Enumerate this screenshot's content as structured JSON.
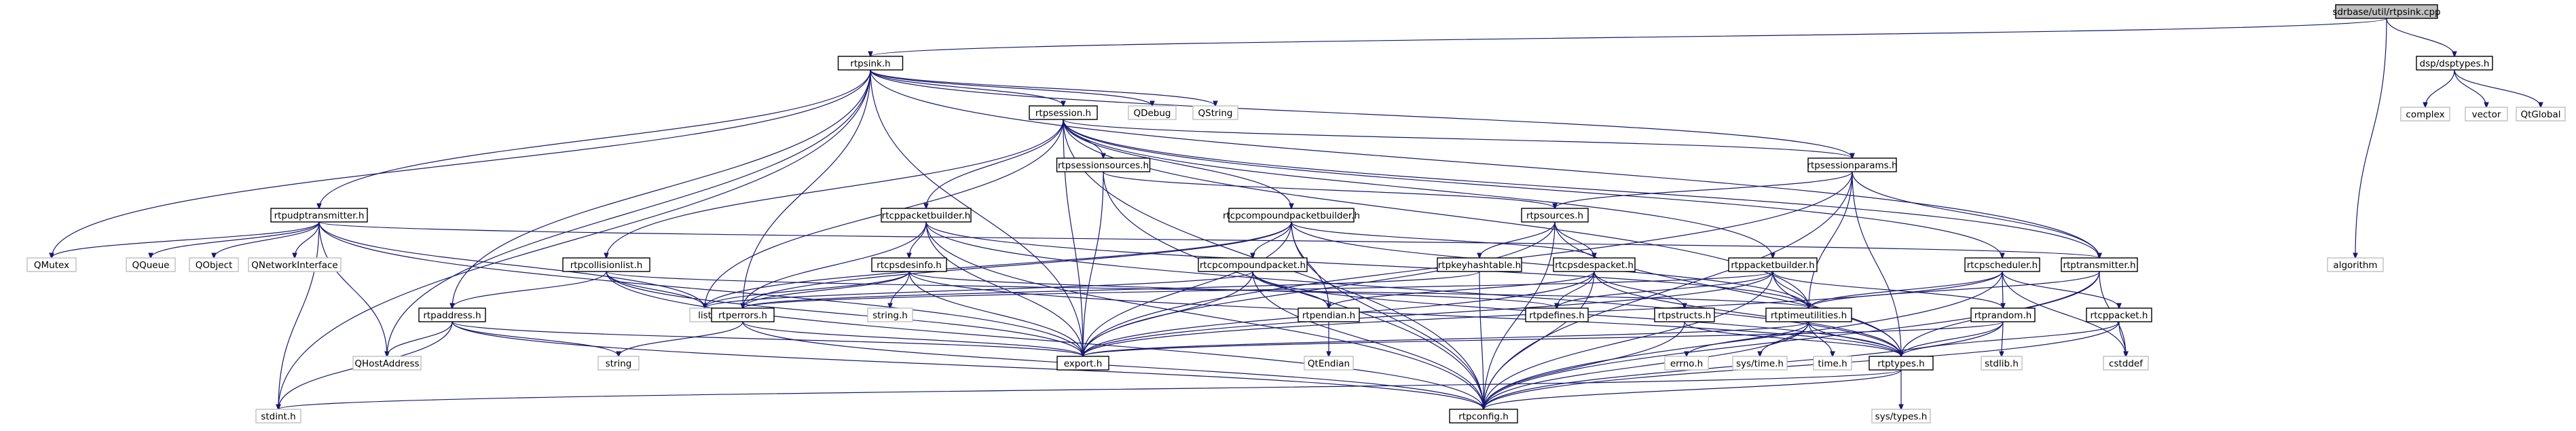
{
  "graph": {
    "root": "sdrbase/util/rtpsink.cpp",
    "nodes": [
      {
        "id": "root",
        "label": "sdrbase/util/rtpsink.cpp",
        "kind": "root"
      },
      {
        "id": "rtpsink_h",
        "label": "rtpsink.h",
        "kind": "file"
      },
      {
        "id": "dsp_dsptypes_h",
        "label": "dsp/dsptypes.h",
        "kind": "file"
      },
      {
        "id": "complex",
        "label": "complex",
        "kind": "lib"
      },
      {
        "id": "vector",
        "label": "vector",
        "kind": "lib"
      },
      {
        "id": "QtGlobal",
        "label": "QtGlobal",
        "kind": "lib"
      },
      {
        "id": "algorithm",
        "label": "algorithm",
        "kind": "lib"
      },
      {
        "id": "rtpsession_h",
        "label": "rtpsession.h",
        "kind": "file"
      },
      {
        "id": "QDebug",
        "label": "QDebug",
        "kind": "lib"
      },
      {
        "id": "QString",
        "label": "QString",
        "kind": "lib"
      },
      {
        "id": "rtpsessionsources_h",
        "label": "rtpsessionsources.h",
        "kind": "file"
      },
      {
        "id": "rtpsessionparams_h",
        "label": "rtpsessionparams.h",
        "kind": "file"
      },
      {
        "id": "rtpudptransmitter_h",
        "label": "rtpudptransmitter.h",
        "kind": "file"
      },
      {
        "id": "rtcppacketbuilder_h",
        "label": "rtcppacketbuilder.h",
        "kind": "file"
      },
      {
        "id": "rtcpcompoundpacketbuilder_h",
        "label": "rtcpcompoundpacketbuilder.h",
        "kind": "file"
      },
      {
        "id": "rtpsources_h",
        "label": "rtpsources.h",
        "kind": "file"
      },
      {
        "id": "QMutex",
        "label": "QMutex",
        "kind": "lib"
      },
      {
        "id": "QQueue",
        "label": "QQueue",
        "kind": "lib"
      },
      {
        "id": "QObject",
        "label": "QObject",
        "kind": "lib"
      },
      {
        "id": "QNetworkInterface",
        "label": "QNetworkInterface",
        "kind": "lib"
      },
      {
        "id": "rtpcollisionlist_h",
        "label": "rtpcollisionlist.h",
        "kind": "file"
      },
      {
        "id": "rtcpsdesinfo_h",
        "label": "rtcpsdesinfo.h",
        "kind": "file"
      },
      {
        "id": "rtcpcompoundpacket_h",
        "label": "rtcpcompoundpacket.h",
        "kind": "file"
      },
      {
        "id": "rtpkeyhashtable_h",
        "label": "rtpkeyhashtable.h",
        "kind": "file"
      },
      {
        "id": "rtcpsdespacket_h",
        "label": "rtcpsdespacket.h",
        "kind": "file"
      },
      {
        "id": "rtppacketbuilder_h",
        "label": "rtppacketbuilder.h",
        "kind": "file"
      },
      {
        "id": "rtcpscheduler_h",
        "label": "rtcpscheduler.h",
        "kind": "file"
      },
      {
        "id": "rtptransmitter_h",
        "label": "rtptransmitter.h",
        "kind": "file"
      },
      {
        "id": "list",
        "label": "list",
        "kind": "lib"
      },
      {
        "id": "string_h",
        "label": "string.h",
        "kind": "lib"
      },
      {
        "id": "rtperrors_h",
        "label": "rtperrors.h",
        "kind": "file"
      },
      {
        "id": "rtpendian_h",
        "label": "rtpendian.h",
        "kind": "file"
      },
      {
        "id": "rtpdefines_h",
        "label": "rtpdefines.h",
        "kind": "file"
      },
      {
        "id": "rtpstructs_h",
        "label": "rtpstructs.h",
        "kind": "file"
      },
      {
        "id": "rtptimeutilities_h",
        "label": "rtptimeutilities.h",
        "kind": "file"
      },
      {
        "id": "rtprandom_h",
        "label": "rtprandom.h",
        "kind": "file"
      },
      {
        "id": "rtcppacket_h",
        "label": "rtcppacket.h",
        "kind": "file"
      },
      {
        "id": "rtpaddress_h",
        "label": "rtpaddress.h",
        "kind": "file"
      },
      {
        "id": "QHostAddress",
        "label": "QHostAddress",
        "kind": "lib"
      },
      {
        "id": "string",
        "label": "string",
        "kind": "lib"
      },
      {
        "id": "export_h",
        "label": "export.h",
        "kind": "file"
      },
      {
        "id": "QtEndian",
        "label": "QtEndian",
        "kind": "lib"
      },
      {
        "id": "errno_h",
        "label": "errno.h",
        "kind": "lib"
      },
      {
        "id": "sys_time_h",
        "label": "sys/time.h",
        "kind": "lib"
      },
      {
        "id": "time_h",
        "label": "time.h",
        "kind": "lib"
      },
      {
        "id": "stdlib_h",
        "label": "stdlib.h",
        "kind": "lib"
      },
      {
        "id": "cstddef",
        "label": "cstddef",
        "kind": "lib"
      },
      {
        "id": "rtptypes_h",
        "label": "rtptypes.h",
        "kind": "file"
      },
      {
        "id": "stdint_h",
        "label": "stdint.h",
        "kind": "lib"
      },
      {
        "id": "rtpconfig_h",
        "label": "rtpconfig.h",
        "kind": "file"
      },
      {
        "id": "sys_types_h",
        "label": "sys/types.h",
        "kind": "lib"
      }
    ],
    "edges": [
      [
        "root",
        "rtpsink_h"
      ],
      [
        "root",
        "dsp_dsptypes_h"
      ],
      [
        "root",
        "algorithm"
      ],
      [
        "dsp_dsptypes_h",
        "complex"
      ],
      [
        "dsp_dsptypes_h",
        "vector"
      ],
      [
        "dsp_dsptypes_h",
        "QtGlobal"
      ],
      [
        "rtpsink_h",
        "rtpsession_h"
      ],
      [
        "rtpsink_h",
        "QDebug"
      ],
      [
        "rtpsink_h",
        "QString"
      ],
      [
        "rtpsink_h",
        "rtpudptransmitter_h"
      ],
      [
        "rtpsink_h",
        "rtpaddress_h"
      ],
      [
        "rtpsink_h",
        "QMutex"
      ],
      [
        "rtpsink_h",
        "QHostAddress"
      ],
      [
        "rtpsink_h",
        "stdint_h"
      ],
      [
        "rtpsink_h",
        "export_h"
      ],
      [
        "rtpsink_h",
        "rtperrors_h"
      ],
      [
        "rtpsink_h",
        "rtpsessionparams_h"
      ],
      [
        "rtpsink_h",
        "rtptransmitter_h"
      ],
      [
        "rtpsession_h",
        "rtpsessionsources_h"
      ],
      [
        "rtpsession_h",
        "rtpsessionparams_h"
      ],
      [
        "rtpsession_h",
        "rtcppacketbuilder_h"
      ],
      [
        "rtpsession_h",
        "rtcpcompoundpacketbuilder_h"
      ],
      [
        "rtpsession_h",
        "rtpcollisionlist_h"
      ],
      [
        "rtpsession_h",
        "rtppacketbuilder_h"
      ],
      [
        "rtpsession_h",
        "rtcpscheduler_h"
      ],
      [
        "rtpsession_h",
        "rtptransmitter_h"
      ],
      [
        "rtpsession_h",
        "rtptimeutilities_h"
      ],
      [
        "rtpsession_h",
        "rtpconfig_h"
      ],
      [
        "rtpsession_h",
        "export_h"
      ],
      [
        "rtpsession_h",
        "list"
      ],
      [
        "rtpsessionsources_h",
        "rtpsources_h"
      ],
      [
        "rtpsessionsources_h",
        "export_h"
      ],
      [
        "rtpsessionsources_h",
        "rtpconfig_h"
      ],
      [
        "rtpsessionparams_h",
        "rtpsources_h"
      ],
      [
        "rtpsessionparams_h",
        "rtptransmitter_h"
      ],
      [
        "rtpsessionparams_h",
        "rtptimeutilities_h"
      ],
      [
        "rtpsessionparams_h",
        "rtptypes_h"
      ],
      [
        "rtpsessionparams_h",
        "rtpconfig_h"
      ],
      [
        "rtpsessionparams_h",
        "export_h"
      ],
      [
        "rtpudptransmitter_h",
        "QMutex"
      ],
      [
        "rtpudptransmitter_h",
        "QQueue"
      ],
      [
        "rtpudptransmitter_h",
        "QObject"
      ],
      [
        "rtpudptransmitter_h",
        "QNetworkInterface"
      ],
      [
        "rtpudptransmitter_h",
        "QHostAddress"
      ],
      [
        "rtpudptransmitter_h",
        "stdint_h"
      ],
      [
        "rtpudptransmitter_h",
        "list"
      ],
      [
        "rtpudptransmitter_h",
        "export_h"
      ],
      [
        "rtpudptransmitter_h",
        "rtptransmitter_h"
      ],
      [
        "rtcppacketbuilder_h",
        "rtcpsdesinfo_h"
      ],
      [
        "rtcppacketbuilder_h",
        "rtperrors_h"
      ],
      [
        "rtcppacketbuilder_h",
        "rtptimeutilities_h"
      ],
      [
        "rtcppacketbuilder_h",
        "export_h"
      ],
      [
        "rtcppacketbuilder_h",
        "rtpconfig_h"
      ],
      [
        "rtcppacketbuilder_h",
        "rtptypes_h"
      ],
      [
        "rtcpcompoundpacketbuilder_h",
        "rtcpcompoundpacket_h"
      ],
      [
        "rtcpcompoundpacketbuilder_h",
        "rtptimeutilities_h"
      ],
      [
        "rtcpcompoundpacketbuilder_h",
        "rtcpsdespacket_h"
      ],
      [
        "rtcpcompoundpacketbuilder_h",
        "rtperrors_h"
      ],
      [
        "rtcpcompoundpacketbuilder_h",
        "rtpendian_h"
      ],
      [
        "rtcpcompoundpacketbuilder_h",
        "rtpconfig_h"
      ],
      [
        "rtcpcompoundpacketbuilder_h",
        "list"
      ],
      [
        "rtcpcompoundpacketbuilder_h",
        "export_h"
      ],
      [
        "rtpsources_h",
        "rtpkeyhashtable_h"
      ],
      [
        "rtpsources_h",
        "rtcpsdespacket_h"
      ],
      [
        "rtpsources_h",
        "rtptypes_h"
      ],
      [
        "rtpsources_h",
        "rtpconfig_h"
      ],
      [
        "rtpsources_h",
        "export_h"
      ],
      [
        "rtpcollisionlist_h",
        "rtpaddress_h"
      ],
      [
        "rtpcollisionlist_h",
        "rtptimeutilities_h"
      ],
      [
        "rtpcollisionlist_h",
        "list"
      ],
      [
        "rtpcollisionlist_h",
        "export_h"
      ],
      [
        "rtpcollisionlist_h",
        "rtpconfig_h"
      ],
      [
        "rtcpsdesinfo_h",
        "rtperrors_h"
      ],
      [
        "rtcpsdesinfo_h",
        "rtpdefines_h"
      ],
      [
        "rtcpsdesinfo_h",
        "rtptypes_h"
      ],
      [
        "rtcpsdesinfo_h",
        "string_h"
      ],
      [
        "rtcpsdesinfo_h",
        "list"
      ],
      [
        "rtcpsdesinfo_h",
        "export_h"
      ],
      [
        "rtcpcompoundpacket_h",
        "rtpendian_h"
      ],
      [
        "rtcpcompoundpacket_h",
        "rtptypes_h"
      ],
      [
        "rtcpcompoundpacket_h",
        "export_h"
      ],
      [
        "rtcpcompoundpacket_h",
        "list"
      ],
      [
        "rtcpcompoundpacket_h",
        "rtpconfig_h"
      ],
      [
        "rtpkeyhashtable_h",
        "rtperrors_h"
      ],
      [
        "rtpkeyhashtable_h",
        "rtpconfig_h"
      ],
      [
        "rtcpsdespacket_h",
        "rtpdefines_h"
      ],
      [
        "rtcpsdespacket_h",
        "rtpstructs_h"
      ],
      [
        "rtcpsdespacket_h",
        "rtpendian_h"
      ],
      [
        "rtcpsdespacket_h",
        "rtptypes_h"
      ],
      [
        "rtcpsdespacket_h",
        "rtpconfig_h"
      ],
      [
        "rtcpsdespacket_h",
        "export_h"
      ],
      [
        "rtppacketbuilder_h",
        "rtperrors_h"
      ],
      [
        "rtppacketbuilder_h",
        "rtpdefines_h"
      ],
      [
        "rtppacketbuilder_h",
        "rtprandom_h"
      ],
      [
        "rtppacketbuilder_h",
        "rtptimeutilities_h"
      ],
      [
        "rtppacketbuilder_h",
        "rtptypes_h"
      ],
      [
        "rtppacketbuilder_h",
        "export_h"
      ],
      [
        "rtppacketbuilder_h",
        "rtpconfig_h"
      ],
      [
        "rtcpscheduler_h",
        "rtptimeutilities_h"
      ],
      [
        "rtcpscheduler_h",
        "rtprandom_h"
      ],
      [
        "rtcpscheduler_h",
        "rtcppacket_h"
      ],
      [
        "rtcpscheduler_h",
        "rtpconfig_h"
      ],
      [
        "rtcpscheduler_h",
        "export_h"
      ],
      [
        "rtcpscheduler_h",
        "cstddef"
      ],
      [
        "rtptransmitter_h",
        "rtptypes_h"
      ],
      [
        "rtptransmitter_h",
        "rtptimeutilities_h"
      ],
      [
        "rtptransmitter_h",
        "rtpconfig_h"
      ],
      [
        "rtptransmitter_h",
        "cstddef"
      ],
      [
        "rtperrors_h",
        "string"
      ],
      [
        "rtperrors_h",
        "export_h"
      ],
      [
        "rtperrors_h",
        "rtpconfig_h"
      ],
      [
        "rtpendian_h",
        "QtEndian"
      ],
      [
        "rtpstructs_h",
        "rtptypes_h"
      ],
      [
        "rtpstructs_h",
        "rtpconfig_h"
      ],
      [
        "rtptimeutilities_h",
        "errno_h"
      ],
      [
        "rtptimeutilities_h",
        "sys_time_h"
      ],
      [
        "rtptimeutilities_h",
        "time_h"
      ],
      [
        "rtptimeutilities_h",
        "rtptypes_h"
      ],
      [
        "rtptimeutilities_h",
        "rtpconfig_h"
      ],
      [
        "rtptimeutilities_h",
        "export_h"
      ],
      [
        "rtprandom_h",
        "stdlib_h"
      ],
      [
        "rtprandom_h",
        "rtptypes_h"
      ],
      [
        "rtprandom_h",
        "export_h"
      ],
      [
        "rtprandom_h",
        "rtpconfig_h"
      ],
      [
        "rtcppacket_h",
        "cstddef"
      ],
      [
        "rtcppacket_h",
        "rtptypes_h"
      ],
      [
        "rtcppacket_h",
        "rtpconfig_h"
      ],
      [
        "rtpaddress_h",
        "QHostAddress"
      ],
      [
        "rtpaddress_h",
        "string"
      ],
      [
        "rtpaddress_h",
        "stdint_h"
      ],
      [
        "rtpaddress_h",
        "export_h"
      ],
      [
        "rtpaddress_h",
        "rtpconfig_h"
      ],
      [
        "rtptypes_h",
        "stdint_h"
      ],
      [
        "rtptypes_h",
        "sys_types_h"
      ],
      [
        "rtptypes_h",
        "rtpconfig_h"
      ]
    ]
  }
}
